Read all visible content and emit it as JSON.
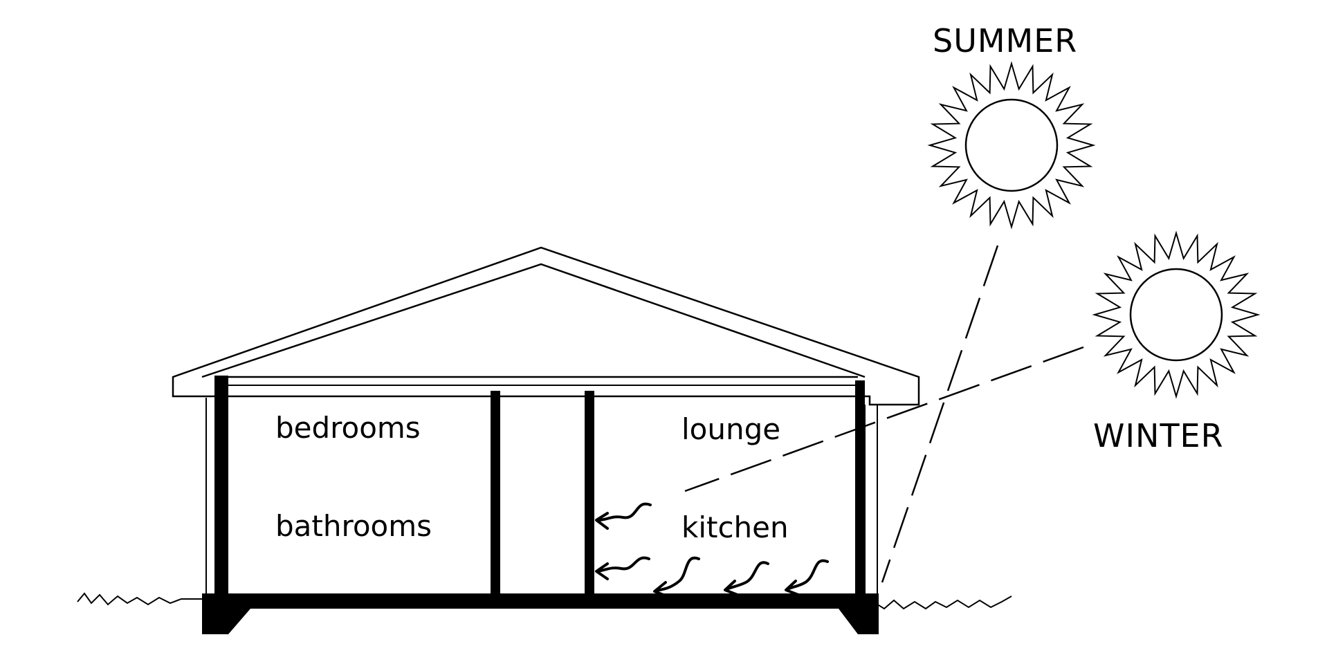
{
  "labels": {
    "summer": "SUMMER",
    "winter": "WINTER",
    "bedrooms": "bedrooms",
    "bathrooms": "bathrooms",
    "lounge": "lounge",
    "kitchen": "kitchen"
  },
  "colors": {
    "ink": "#000000",
    "background": "#ffffff"
  }
}
